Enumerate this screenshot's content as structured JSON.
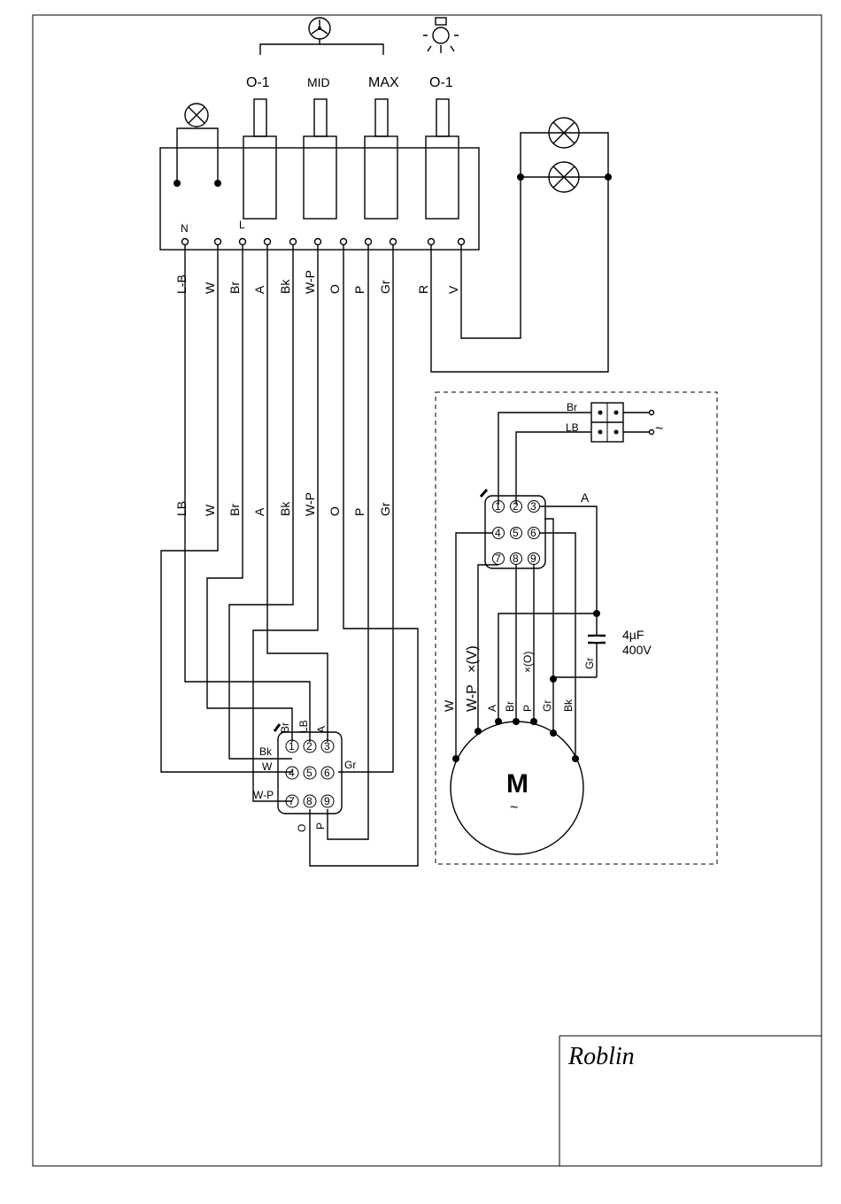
{
  "switches": {
    "fan_icon": "fan-icon",
    "light_icon": "light-bulb-icon",
    "labels": [
      "O-1",
      "MID",
      "MAX",
      "O-1"
    ]
  },
  "panel": {
    "terminal_n": "N",
    "terminal_l": "L",
    "wire_top": [
      "L-B",
      "W",
      "Br",
      "A",
      "Bk",
      "W-P",
      "O",
      "P",
      "Gr",
      "R",
      "V"
    ],
    "wire_mid": [
      "LB",
      "W",
      "Br",
      "A",
      "Bk",
      "W-P",
      "O",
      "P",
      "Gr"
    ]
  },
  "left_connector": {
    "top_labels": [
      "Br",
      "LB",
      "A"
    ],
    "side_labels": [
      "Bk",
      "W",
      "W-P"
    ],
    "right_label": "Gr",
    "bottom_labels": [
      "O",
      "P"
    ],
    "pins": [
      "1",
      "2",
      "3",
      "4",
      "5",
      "6",
      "7",
      "8",
      "9"
    ]
  },
  "motor_box": {
    "supply": [
      "Br",
      "LB"
    ],
    "supply_symbol": "~",
    "a_label": "A",
    "pins": [
      "1",
      "2",
      "3",
      "4",
      "5",
      "6",
      "7",
      "8",
      "9"
    ],
    "capacitor": [
      "4µF",
      "400V"
    ],
    "motor_label": "M",
    "motor_symbol": "~",
    "lead_labels": [
      "W",
      "W-P",
      "×(V)",
      "A",
      "Br",
      "P",
      "×(O)",
      "Gr",
      "Bk"
    ],
    "gr_label": "Gr"
  },
  "brand": "Roblin"
}
